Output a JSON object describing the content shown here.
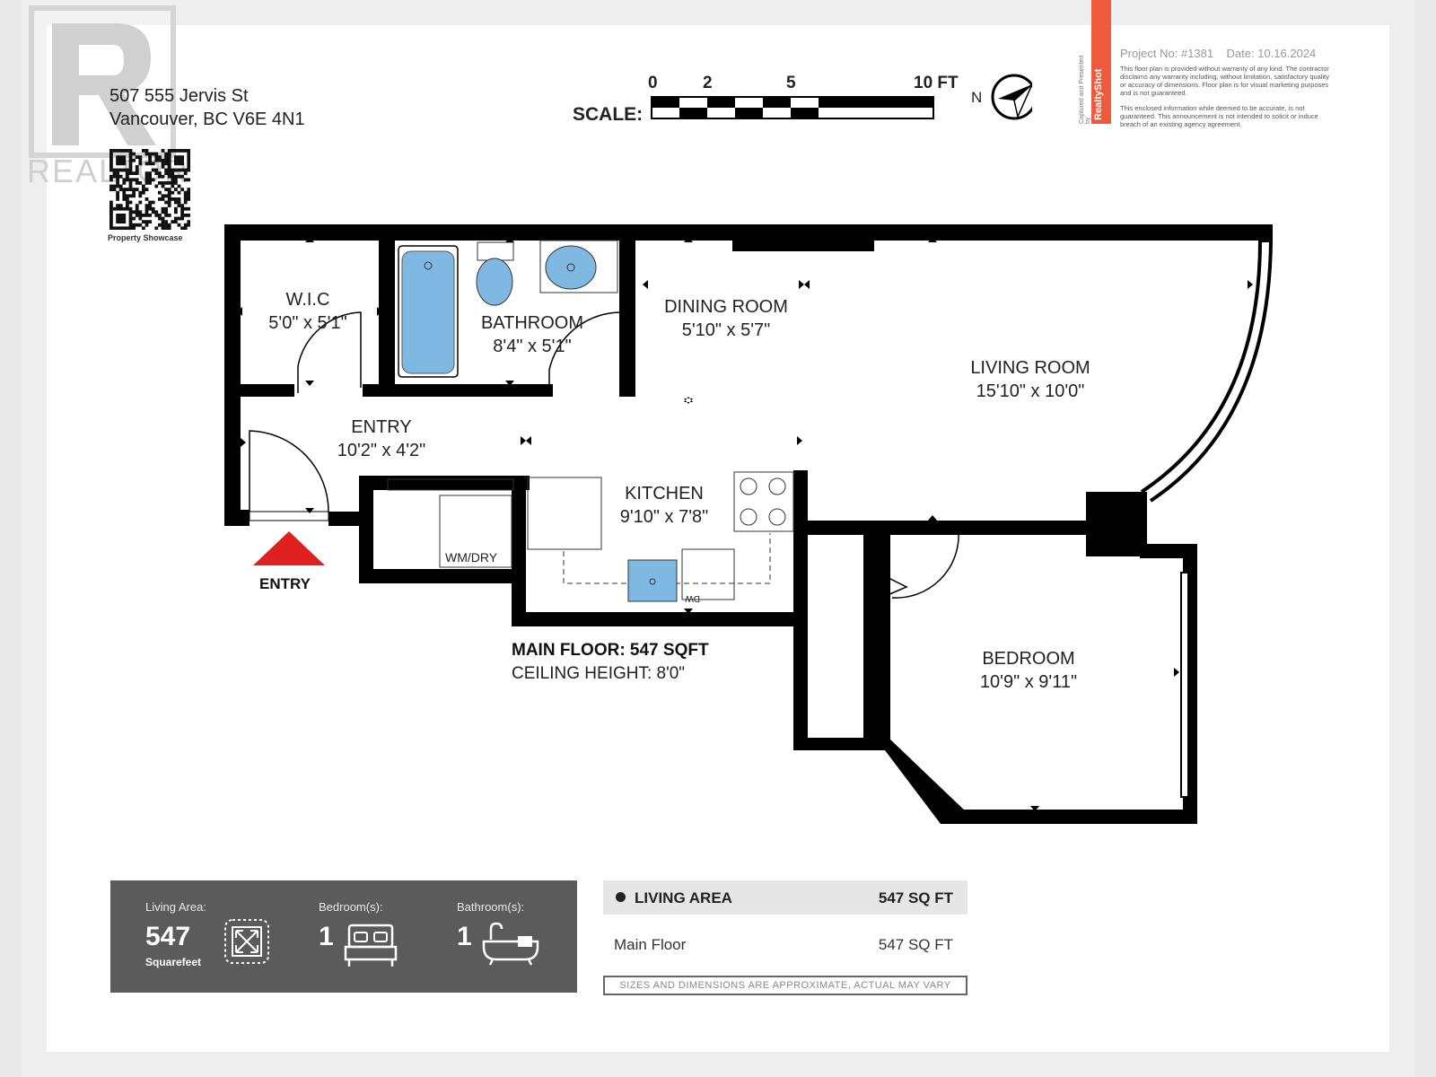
{
  "listing": {
    "address_line1": "507 555 Jervis St",
    "address_line2": "Vancouver, BC V6E 4N1",
    "qr_caption": "Property Showcase",
    "watermark": "REALTOR"
  },
  "header": {
    "project": "Project No: #1381",
    "date": "Date: 10.16.2024",
    "disclaimer1": "This floor plan is provided without warranty of any kind. The contractor disclaims any warranty including, without limitation, satisfactory quality or accuracy of dimensions. Floor plan is for visual marketing purposes and is not guaranteed.",
    "disclaimer2": "This enclosed information while deemed to be accurate, is not guaranteed. This announcement is not intended to solicit or induce breach of an existing agency agreement.",
    "brand": "RealtyShot",
    "captured": "Captured and Presented by",
    "brand_color": "#f05a3c"
  },
  "scale": {
    "label": "SCALE:",
    "ticks": [
      "0",
      "2",
      "5",
      "10 FT"
    ],
    "north": "N"
  },
  "rooms": {
    "wic": {
      "name": "W.I.C",
      "dim": "5'0\" x 5'1\""
    },
    "bathroom": {
      "name": "BATHROOM",
      "dim": "8'4\" x 5'1\""
    },
    "dining": {
      "name": "DINING ROOM",
      "dim": "5'10\" x 5'7\""
    },
    "living": {
      "name": "LIVING ROOM",
      "dim": "15'10\" x 10'0\""
    },
    "entry": {
      "name": "ENTRY",
      "dim": "10'2\" x 4'2\""
    },
    "kitchen": {
      "name": "KITCHEN",
      "dim": "9'10\" x 7'8\""
    },
    "bedroom": {
      "name": "BEDROOM",
      "dim": "10'9\" x 9'11\""
    },
    "laundry": "WM/DRY",
    "dw": "DW",
    "entry_marker": "ENTRY"
  },
  "floor_info": {
    "main": "MAIN FLOOR: 547 SQFT",
    "ceiling": "CEILING HEIGHT: 8'0\""
  },
  "stats": {
    "living_label": "Living Area:",
    "living_value": "547",
    "living_unit": "Squarefeet",
    "bed_label": "Bedroom(s):",
    "bed_value": "1",
    "bath_label": "Bathroom(s):",
    "bath_value": "1"
  },
  "area_table": {
    "header_label": "LIVING AREA",
    "header_value": "547 SQ FT",
    "rows": [
      {
        "label": "Main Floor",
        "value": "547 SQ FT"
      }
    ],
    "note": "SIZES AND DIMENSIONS ARE APPROXIMATE, ACTUAL MAY VARY"
  },
  "colors": {
    "wall": "#000000",
    "fixture": "#7fb9e3",
    "marker": "#e02020",
    "panel": "#5b5b5b"
  }
}
